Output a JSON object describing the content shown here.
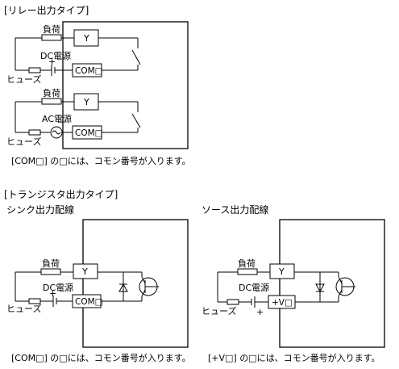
{
  "relay": {
    "heading": "[リレー出力タイプ]",
    "load1": "負荷",
    "dc_source": "DC電源",
    "fuse1": "ヒューズ",
    "y1": "Y",
    "com1": "COM□",
    "load2": "負荷",
    "ac_source": "AC電源",
    "fuse2": "ヒューズ",
    "y2": "Y",
    "com2": "COM□",
    "plus": "+",
    "note": "[COM□] の□には、コモン番号が入ります。"
  },
  "transistor": {
    "heading": "[トランジスタ出力タイプ]",
    "sink": {
      "title": "シンク出力配線",
      "load": "負荷",
      "dc_source": "DC電源",
      "fuse": "ヒューズ",
      "y": "Y",
      "com": "COM□",
      "plus": "+",
      "note": "[COM□] の□には、コモン番号が入ります。"
    },
    "source": {
      "title": "ソース出力配線",
      "load": "負荷",
      "dc_source": "DC電源",
      "fuse": "ヒューズ",
      "y": "Y",
      "com": "+V□",
      "plus": "+",
      "note": "[+V□] の□には、コモン番号が入ります。"
    }
  }
}
